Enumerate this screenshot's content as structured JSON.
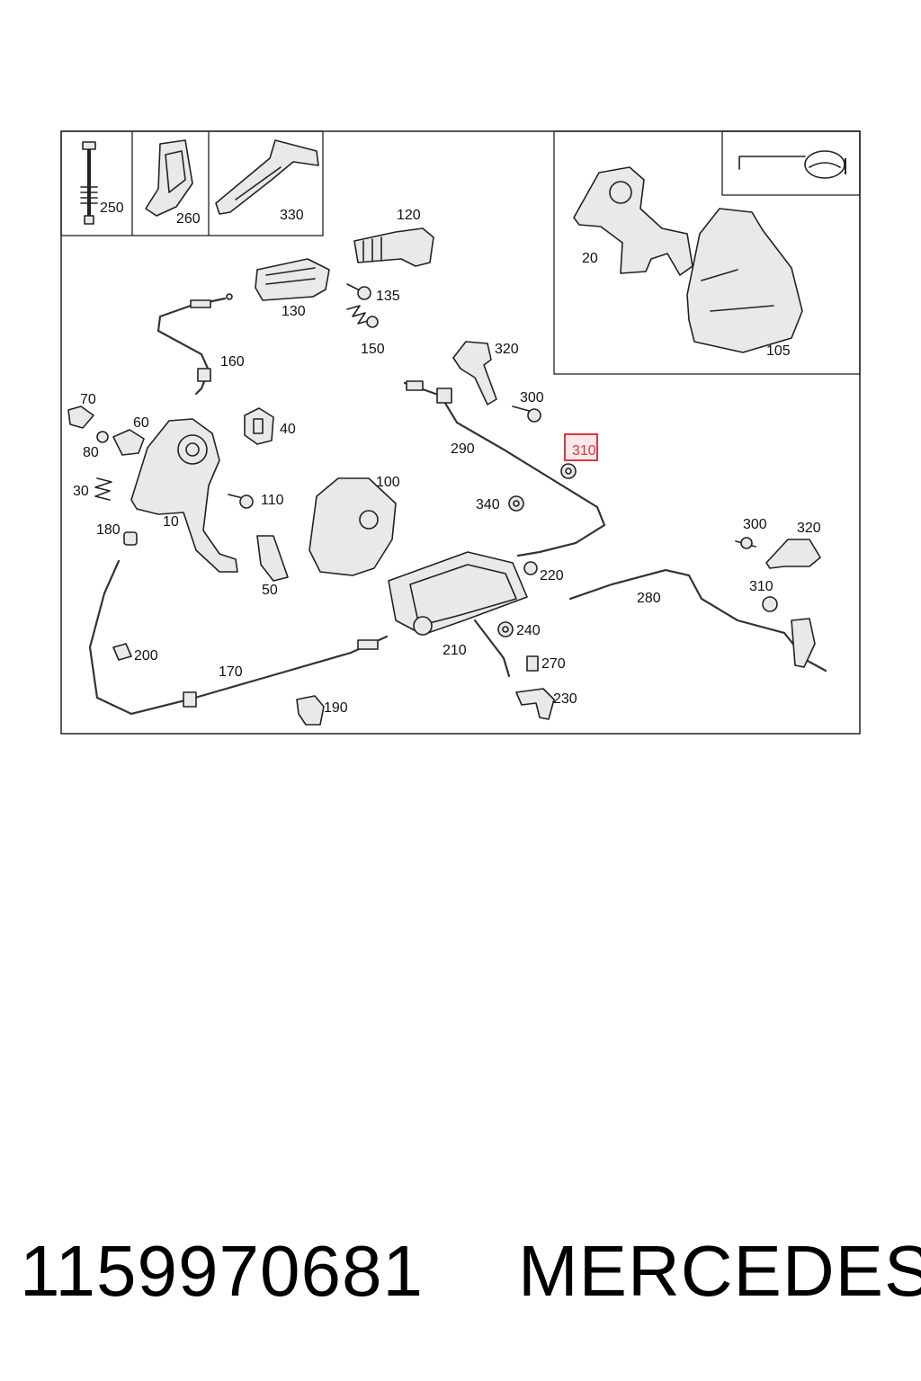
{
  "diagram": {
    "part_labels": {
      "p250": "250",
      "p260": "260",
      "p330": "330",
      "p120": "120",
      "p130": "130",
      "p135": "135",
      "p150": "150",
      "p160": "160",
      "p320a": "320",
      "p300a": "300",
      "p290": "290",
      "p310a": "310",
      "p70": "70",
      "p60": "60",
      "p80": "80",
      "p40": "40",
      "p100": "100",
      "p30": "30",
      "p110": "110",
      "p10": "10",
      "p340": "340",
      "p180": "180",
      "p50": "50",
      "p300b": "300",
      "p320b": "320",
      "p220": "220",
      "p280": "280",
      "p310b": "310",
      "p240": "240",
      "p210": "210",
      "p200": "200",
      "p170": "170",
      "p270": "270",
      "p230": "230",
      "p190": "190",
      "p20": "20",
      "p105": "105"
    },
    "highlighted_part": "310",
    "highlight_color": "#d9363e"
  },
  "footer": {
    "part_number": "1159970681",
    "brand": "MERCEDES"
  }
}
